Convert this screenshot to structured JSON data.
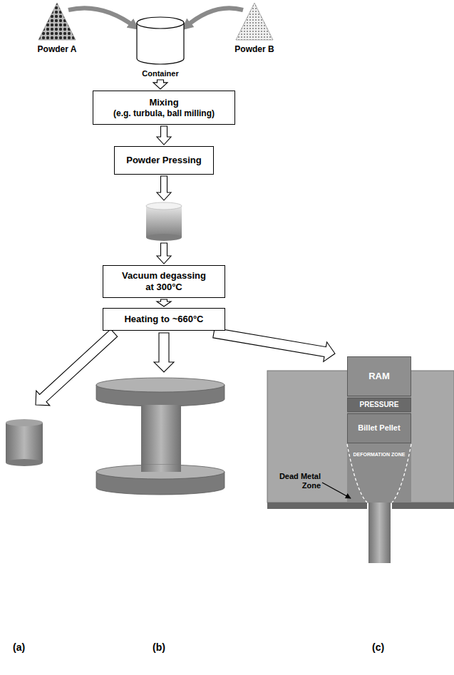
{
  "diagram": {
    "nodes": [
      {
        "text": [
          "Powder A"
        ]
      },
      {
        "text": [
          "Powder B"
        ]
      },
      {
        "text": [
          "Container"
        ]
      },
      {
        "text": [
          "Mixing",
          "(e.g. turbula, ball milling)"
        ]
      },
      {
        "text": [
          "Powder Pressing"
        ]
      },
      {
        "text": [
          "Vacuum degassing at 300°C"
        ]
      },
      {
        "text": [
          "Heating to ~660°C"
        ]
      },
      {
        "text": [
          "RAM"
        ]
      },
      {
        "text": [
          "PRESSURE"
        ]
      },
      {
        "text": [
          "Billet Pellet"
        ]
      }
    ],
    "edges": [
      {
        "from": 0,
        "to": 2,
        "arrow": "to"
      },
      {
        "from": 1,
        "to": 2,
        "arrow": "to"
      },
      {
        "from": 2,
        "to": 3,
        "arrow": "to"
      },
      {
        "from": 3,
        "to": 4,
        "arrow": "to"
      },
      {
        "from": 4,
        "to": 5,
        "arrow": "to"
      },
      {
        "from": 5,
        "to": 6,
        "arrow": "to"
      }
    ],
    "labels": [
      "(a)",
      "(b)",
      "(c)",
      "DEFORMATION ZONE",
      "Dead Metal Zone"
    ]
  }
}
